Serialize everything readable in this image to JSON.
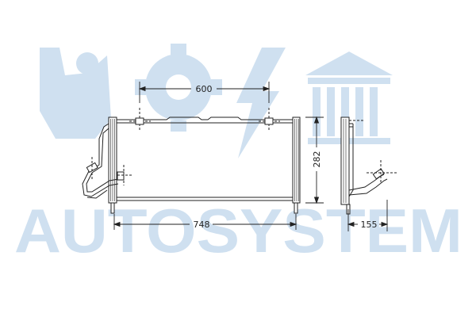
{
  "watermark": {
    "text": "AUTOSYSTEM",
    "color": "#cfe0f0",
    "emblem_icons": [
      "mechanic-figure-icon",
      "gear-icon",
      "lightning-bolt-icon",
      "columned-building-icon"
    ]
  },
  "dimensions": {
    "bracket_spacing": "600",
    "overall_width": "748",
    "height": "282",
    "depth": "155"
  },
  "line_color": "#222222"
}
